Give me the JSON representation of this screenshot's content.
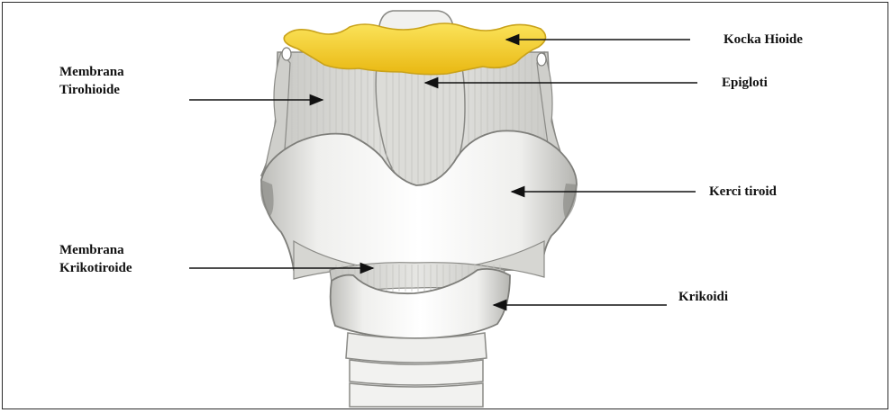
{
  "labels": {
    "membrana_tirohioide": [
      "Membrana",
      "Tirohioide"
    ],
    "membrana_krikotiroide": [
      "Membrana",
      "Krikotiroide"
    ],
    "kocka_hioide": "Kocka Hioide",
    "epigloti": "Epigloti",
    "kerci_tiroid": "Kerci tiroid",
    "krikoidi": "Krikoidi"
  },
  "colors": {
    "hyoid": "#f5d02c",
    "hyoid_edge": "#c9a21a",
    "cartilage": "#ededeb",
    "membrane": "#d9d9d6",
    "outline": "#8a8a86",
    "shadow": "#9c9c98",
    "arrow": "#111111"
  }
}
